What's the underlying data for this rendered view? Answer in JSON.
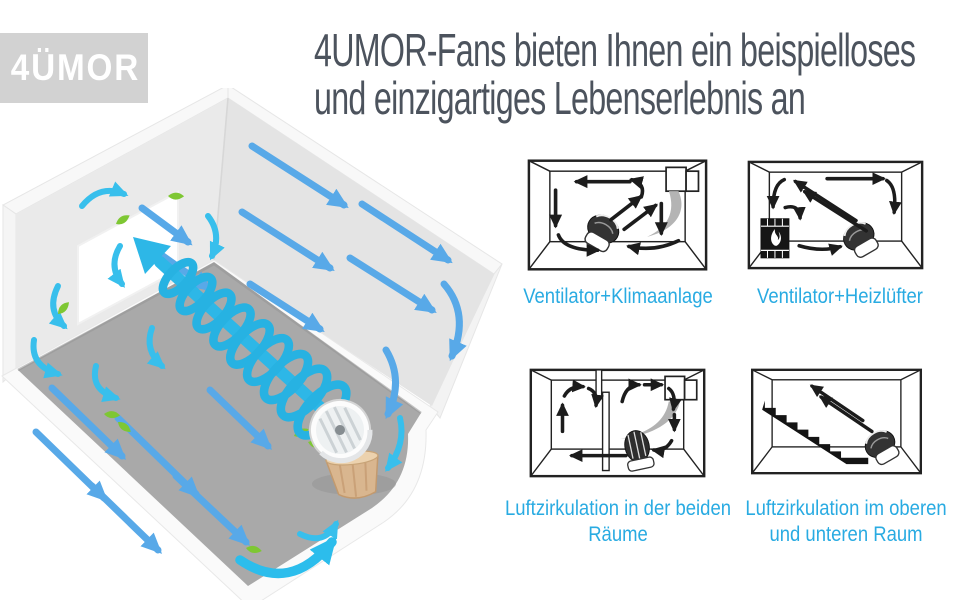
{
  "brand": {
    "logo_text": "4ÜMOR"
  },
  "header": {
    "title_line1": "4UMOR-Fans bieten Ihnen ein beispielloses",
    "title_line2": "und einzigartiges Lebenserlebnis an"
  },
  "main_illustration": {
    "icons": [
      "room-window",
      "airflow-spiral",
      "fan-device",
      "leaf-icons",
      "airflow-arrows"
    ]
  },
  "diagrams": [
    {
      "caption": "Ventilator+Klimaanlage",
      "icons": [
        "room-outline",
        "ac-unit-icon",
        "fan-icon",
        "airflow-arrows"
      ]
    },
    {
      "caption": "Ventilator+Heizlüfter",
      "icons": [
        "room-outline",
        "heater-icon",
        "fan-icon",
        "airflow-arrows"
      ]
    },
    {
      "caption": "Luftzirkulation in der beiden Räume",
      "icons": [
        "room-outline",
        "partition-door",
        "ac-unit-icon",
        "fan-icon",
        "airflow-arrows"
      ]
    },
    {
      "caption": "Luftzirkulation im oberen und unteren Raum",
      "icons": [
        "room-outline",
        "stairs-icon",
        "fan-icon",
        "airflow-arrows"
      ]
    }
  ],
  "colors": {
    "title_text": "#4c535d",
    "caption_text": "#29abe2",
    "logo_bg": "#d2d2d2",
    "logo_text": "#ffffff",
    "arrow_blue": "#58a9e8",
    "spiral_cyan": "#27b2e2",
    "leaf_green": "#7ec733",
    "diagram_line": "#1c1c1c",
    "room_wall": "#e8e8e8",
    "room_floor": "#a9a9a9"
  }
}
